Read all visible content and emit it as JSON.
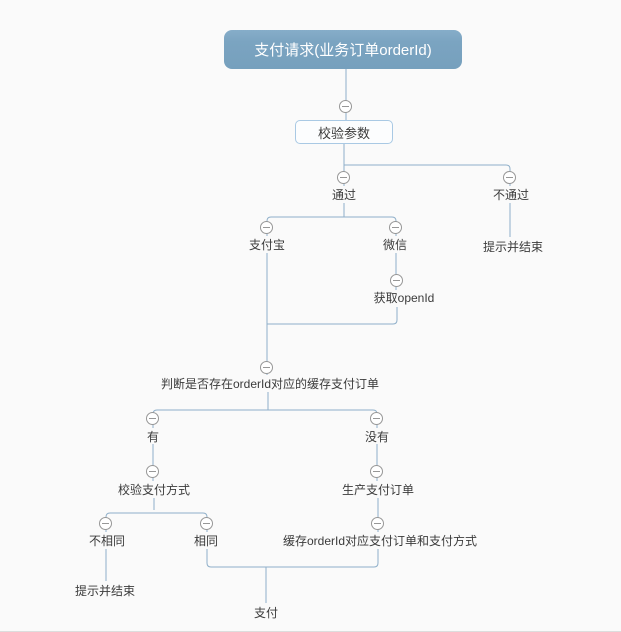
{
  "colors": {
    "bg": "#fafafa",
    "line": "#8fafc9",
    "root_bg": "#7ba4c1",
    "root_text": "#ffffff",
    "text": "#3b3b3b",
    "box_border": "#a9c9e4",
    "box_bg": "#fcfdfe",
    "icon": "#979797"
  },
  "icons": {
    "collapse": "minus-circle-icon"
  },
  "mindmap": {
    "type": "tree-diagram",
    "root": "支付请求(业务订单orderId)",
    "nodes": {
      "validate": "校验参数",
      "pass": "通过",
      "fail": "不通过",
      "fail_end": "提示并结束",
      "alipay": "支付宝",
      "wechat": "微信",
      "openid": "获取openId",
      "judge": "判断是否存在orderId对应的缓存支付订单",
      "has": "有",
      "hasnot": "没有",
      "verify_method": "校验支付方式",
      "create_order": "生产支付订单",
      "not_same": "不相同",
      "same": "相同",
      "cache": "缓存orderId对应支付订单和支付方式",
      "notsame_end": "提示并结束",
      "pay": "支付"
    },
    "edges": [
      [
        "root",
        "validate"
      ],
      [
        "validate",
        "pass"
      ],
      [
        "validate",
        "fail"
      ],
      [
        "fail",
        "fail_end"
      ],
      [
        "pass",
        "alipay"
      ],
      [
        "pass",
        "wechat"
      ],
      [
        "wechat",
        "openid"
      ],
      [
        "alipay",
        "judge"
      ],
      [
        "openid",
        "judge"
      ],
      [
        "judge",
        "has"
      ],
      [
        "judge",
        "hasnot"
      ],
      [
        "has",
        "verify_method"
      ],
      [
        "hasnot",
        "create_order"
      ],
      [
        "verify_method",
        "not_same"
      ],
      [
        "verify_method",
        "same"
      ],
      [
        "create_order",
        "cache"
      ],
      [
        "not_same",
        "notsame_end"
      ],
      [
        "same",
        "pay"
      ],
      [
        "cache",
        "pay"
      ]
    ]
  }
}
